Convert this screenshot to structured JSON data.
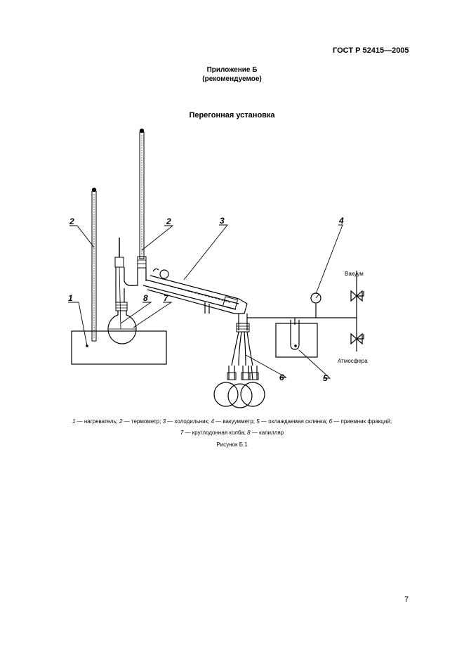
{
  "header": {
    "standard": "ГОСТ Р 52415—2005"
  },
  "appendix": {
    "title": "Приложение Б",
    "note": "(рекомендуемое)"
  },
  "section_title": "Перегонная установка",
  "diagram": {
    "callouts": [
      "1",
      "2",
      "2",
      "3",
      "4",
      "5",
      "6",
      "7",
      "8"
    ],
    "vacuum_label": "Вакуум",
    "atmosphere_label": "Атмосфера"
  },
  "legend": [
    {
      "num": "1",
      "text": " — нагреватель; "
    },
    {
      "num": "2",
      "text": " — термометр; "
    },
    {
      "num": "3",
      "text": " — холодильник; "
    },
    {
      "num": "4",
      "text": " — вакуумметр; "
    },
    {
      "num": "5",
      "text": " — охлаждаемая склянка; "
    },
    {
      "num": "6",
      "text": " — приемник фракций;"
    },
    {
      "num": "7",
      "text": " — круглодонная колба; "
    },
    {
      "num": "8",
      "text": " — капилляр"
    }
  ],
  "figure_caption": "Рисунок Б.1",
  "page_number": "7"
}
